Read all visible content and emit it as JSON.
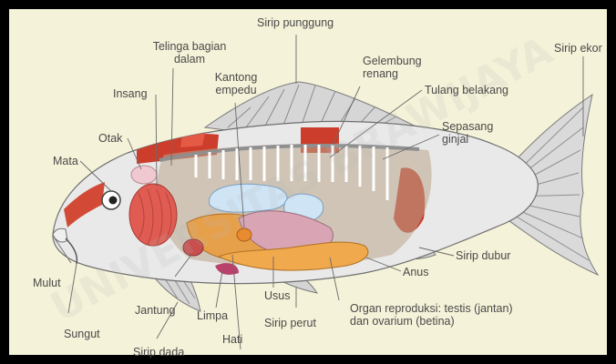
{
  "colors": {
    "background": "#f4f2d8",
    "frame": "#000000",
    "label_text": "#4a4a4a",
    "leader_line": "#6a6a6a"
  },
  "watermark": {
    "text": "UNIVERSITAS BRAWIJAYA"
  },
  "labels": {
    "sirip_punggung": "Sirip punggung",
    "telinga_bagian_dalam": "Telinga bagian dalam",
    "gelembung_renang": "Gelembung renang",
    "sirip_ekor": "Sirip ekor",
    "kantong_empedu": "Kantong empedu",
    "insang": "Insang",
    "tulang_belakang": "Tulang belakang",
    "sepasang_ginjal": "Sepasang ginjal",
    "otak": "Otak",
    "mata": "Mata",
    "sirip_dubur": "Sirip dubur",
    "anus": "Anus",
    "mulut": "Mulut",
    "usus": "Usus",
    "jantung": "Jantung",
    "limpa": "Limpa",
    "organ_reproduksi": "Organ reproduksi: testis (jantan) dan ovarium (betina)",
    "sungut": "Sungut",
    "sirip_perut": "Sirip perut",
    "hati": "Hati",
    "sirip_dada": "Sirip dada"
  }
}
